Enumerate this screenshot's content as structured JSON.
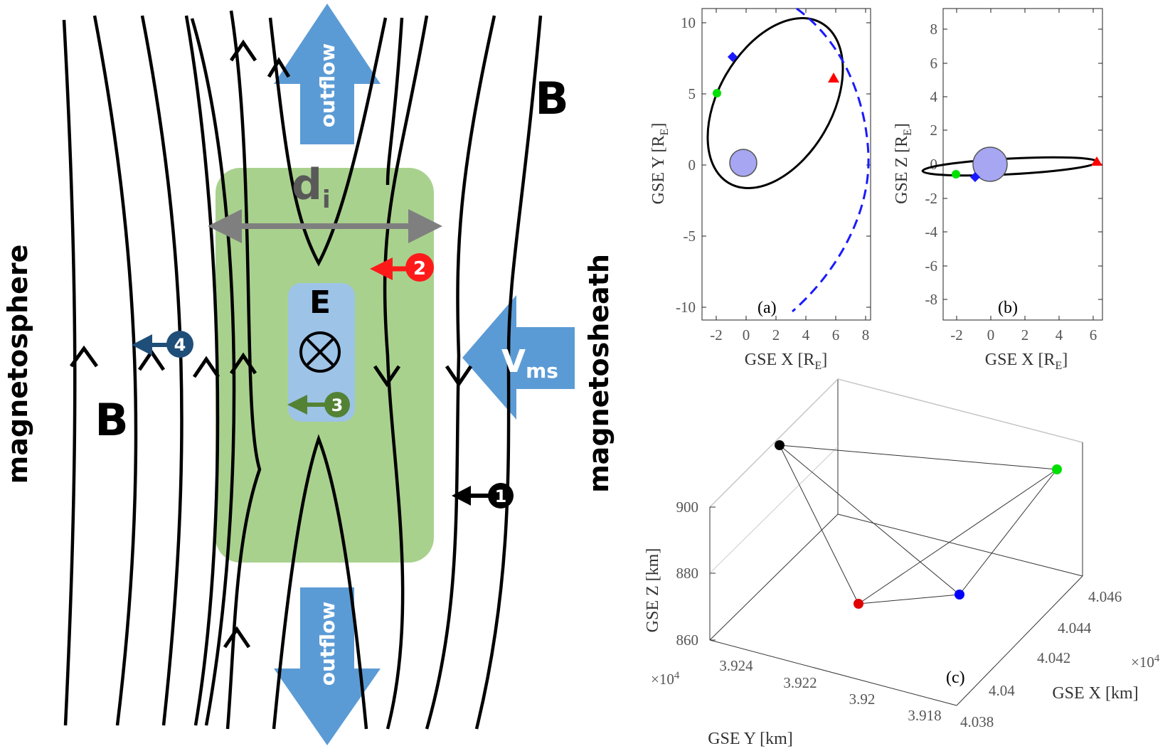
{
  "schematic": {
    "label_magnetosphere": "magnetosphere",
    "label_magnetosheath": "magnetosheath",
    "label_b_right": "B",
    "label_b_left": "B",
    "label_di_main": "d",
    "label_di_sub": "i",
    "label_e": "E",
    "label_vms_main": "V",
    "label_vms_sub": "ms",
    "outflow_top": "outflow",
    "outflow_bottom": "outflow",
    "markers": [
      {
        "num": "1",
        "color": "#000000"
      },
      {
        "num": "2",
        "color": "#ff1a1a"
      },
      {
        "num": "3",
        "color": "#548235"
      },
      {
        "num": "4",
        "color": "#1f4e79"
      }
    ],
    "colors": {
      "diffusion_region": "#a9d18e",
      "e_region": "#9dc3e6",
      "arrows": "#5b9bd5",
      "di_arrow": "#7f7f7f"
    }
  },
  "panel_a": {
    "tag": "(a)",
    "xlabel": "GSE X [R",
    "xlabel_sub": "E",
    "xlabel_end": "]",
    "ylabel": "GSE Y [R",
    "ylabel_sub": "E",
    "ylabel_end": "]",
    "xticks": [
      "-2",
      "0",
      "2",
      "4",
      "6",
      "8"
    ],
    "yticks": [
      "10",
      "5",
      "0",
      "-5",
      "-10"
    ]
  },
  "panel_b": {
    "tag": "(b)",
    "xlabel": "GSE X [R",
    "xlabel_sub": "E",
    "xlabel_end": "]",
    "ylabel": "GSE Z [R",
    "ylabel_sub": "E",
    "ylabel_end": "]",
    "xticks": [
      "-2",
      "0",
      "2",
      "4",
      "6"
    ],
    "yticks": [
      "8",
      "6",
      "4",
      "2",
      "0",
      "-2",
      "-4",
      "-6",
      "-8"
    ]
  },
  "panel_c": {
    "tag": "(c)",
    "zlabel": "GSE Z [km]",
    "ylabel": "GSE Y [km]",
    "xlabel": "GSE X [km]",
    "zticks": [
      "900",
      "880",
      "860"
    ],
    "yticks": [
      "3.924",
      "3.922",
      "3.92",
      "3.918"
    ],
    "xticks": [
      "4.046",
      "4.044",
      "4.042",
      "4.04",
      "4.038"
    ],
    "y_mult_base": "×10",
    "y_mult_exp": "4",
    "x_mult_base": "×10",
    "x_mult_exp": "4"
  },
  "spacecraft_colors": {
    "sc1": "#000000",
    "sc2": "#ff0000",
    "sc3": "#00cc00",
    "sc4": "#0000ff"
  }
}
